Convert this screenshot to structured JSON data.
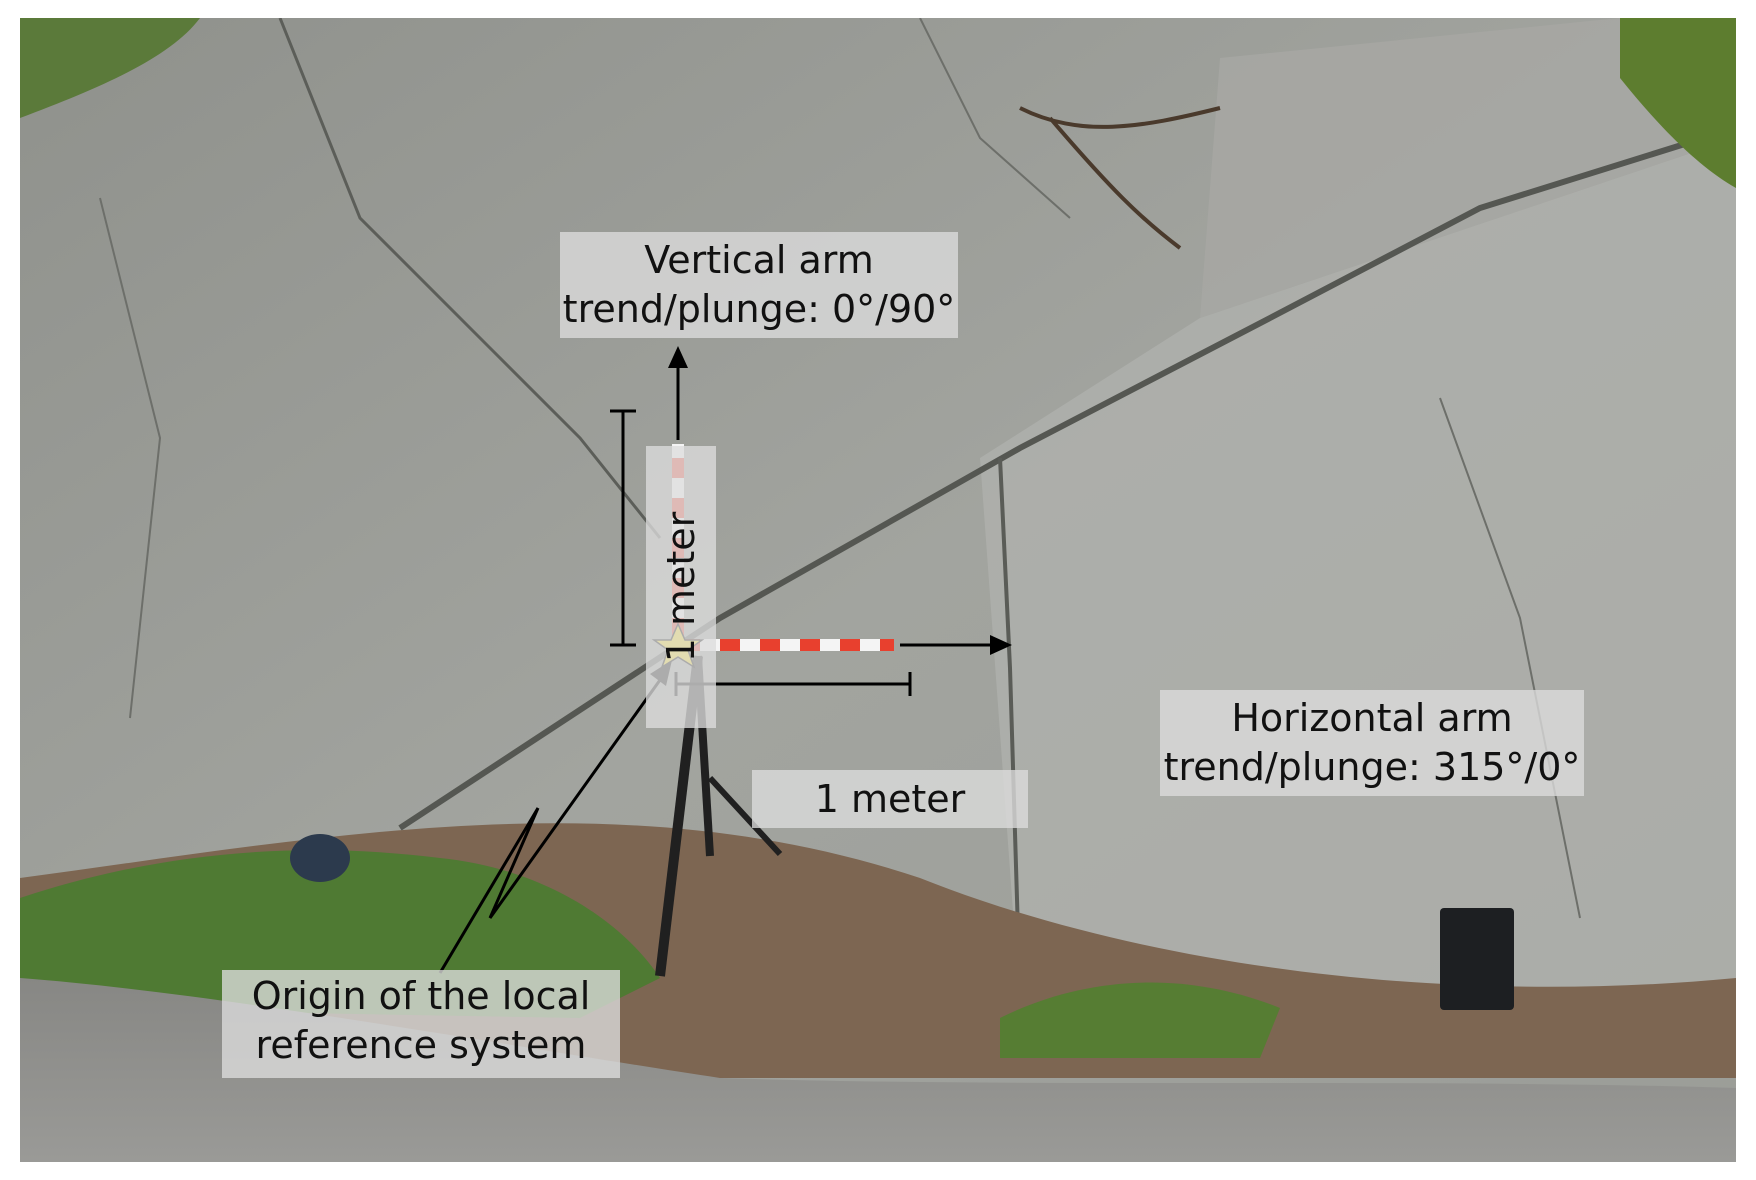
{
  "figure": {
    "vertical_arm": {
      "title": "Vertical arm",
      "orientation": "trend/plunge:  0°/90°"
    },
    "horizontal_arm": {
      "title": "Horizontal arm",
      "orientation": "trend/plunge:  315°/0°"
    },
    "origin": {
      "line1": "Origin of the local",
      "line2": "reference system"
    },
    "vertical_scale": "1 meter",
    "horizontal_scale": "1 meter"
  },
  "colors": {
    "rock": "#9a9c97",
    "rod_red": "#e8402e",
    "rod_white": "#f4f4f4",
    "star": "#f5dc18",
    "vegetation": "#4f7a33",
    "road": "#8f8f8c"
  }
}
